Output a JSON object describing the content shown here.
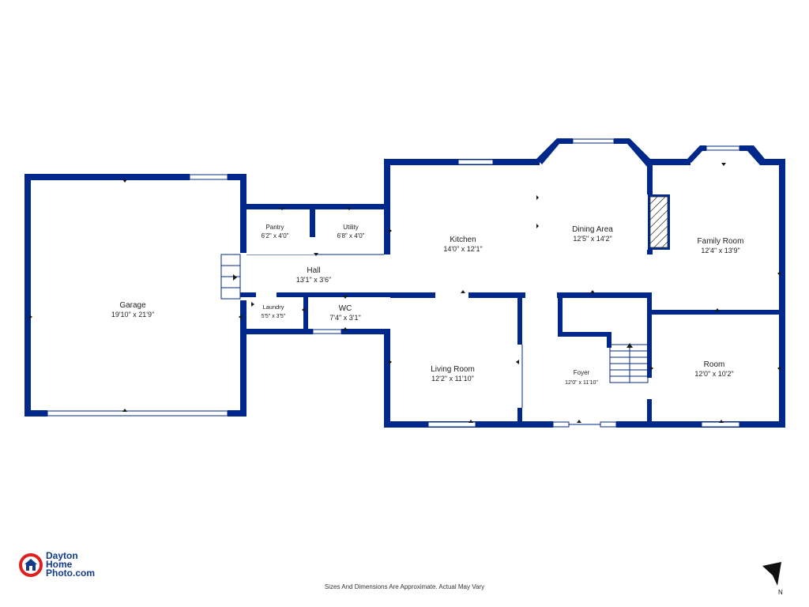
{
  "rooms": {
    "garage": {
      "name": "Garage",
      "dims": "19'10\" x 21'9\""
    },
    "pantry": {
      "name": "Pantry",
      "dims": "6'2\" x 4'0\""
    },
    "utility": {
      "name": "Utility",
      "dims": "6'8\" x 4'0\""
    },
    "hall": {
      "name": "Hall",
      "dims": "13'1\" x 3'6\""
    },
    "laundry": {
      "name": "Laundry",
      "dims": "5'5\" x 3'5\""
    },
    "wc": {
      "name": "WC",
      "dims": "7'4\" x 3'1\""
    },
    "kitchen": {
      "name": "Kitchen",
      "dims": "14'0\" x 12'1\""
    },
    "dining": {
      "name": "Dining Area",
      "dims": "12'5\" x 14'2\""
    },
    "family": {
      "name": "Family Room",
      "dims": "12'4\" x 13'9\""
    },
    "living": {
      "name": "Living Room",
      "dims": "12'2\" x 11'10\""
    },
    "foyer": {
      "name": "Foyer",
      "dims": "12'0\" x 11'10\""
    },
    "room": {
      "name": "Room",
      "dims": "12'0\" x 10'2\""
    }
  },
  "footer": {
    "disclaimer": "Sizes And Dimensions Are Approximate. Actual May Vary"
  },
  "logo": {
    "line1": "Dayton",
    "line2": "Home",
    "line3": "Photo.com"
  },
  "compass": {
    "label": "N"
  },
  "colors": {
    "wall": "#00288a",
    "logo_red": "#e02020",
    "logo_blue": "#123a8c"
  }
}
